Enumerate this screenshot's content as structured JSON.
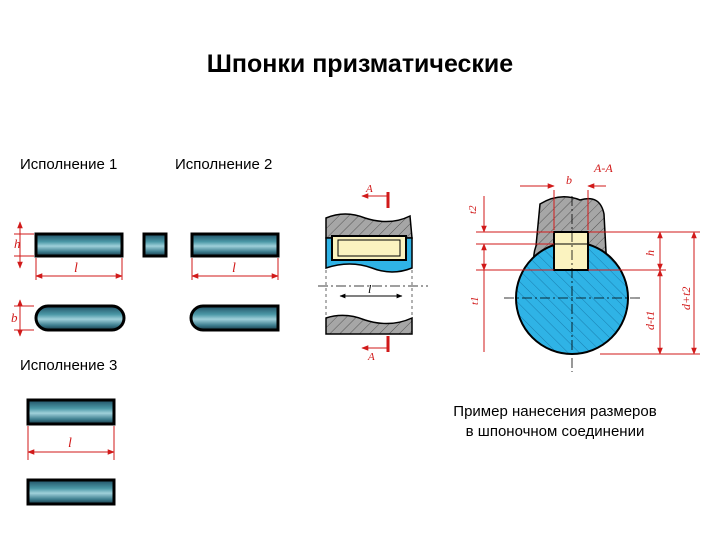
{
  "title": "Шпонки призматические",
  "variants": {
    "v1": "Исполнение 1",
    "v2": "Исполнение 2",
    "v3": "Исполнение 3"
  },
  "caption": {
    "line1": "Пример нанесения размеров",
    "line2": "в шпоночном соединении"
  },
  "dimensions": {
    "h": "h",
    "l": "l",
    "b": "b",
    "section": "A-A",
    "section_mark": "A",
    "t1": "t1",
    "t2": "t2",
    "d_minus_t1": "d-t1",
    "d_plus_t2": "d+t2"
  },
  "colors": {
    "outline": "#000000",
    "dimension": "#d11a1a",
    "shaft": "#2fb3e6",
    "key_fill": "#fbf3c0",
    "hub": "#a6a6a6"
  }
}
